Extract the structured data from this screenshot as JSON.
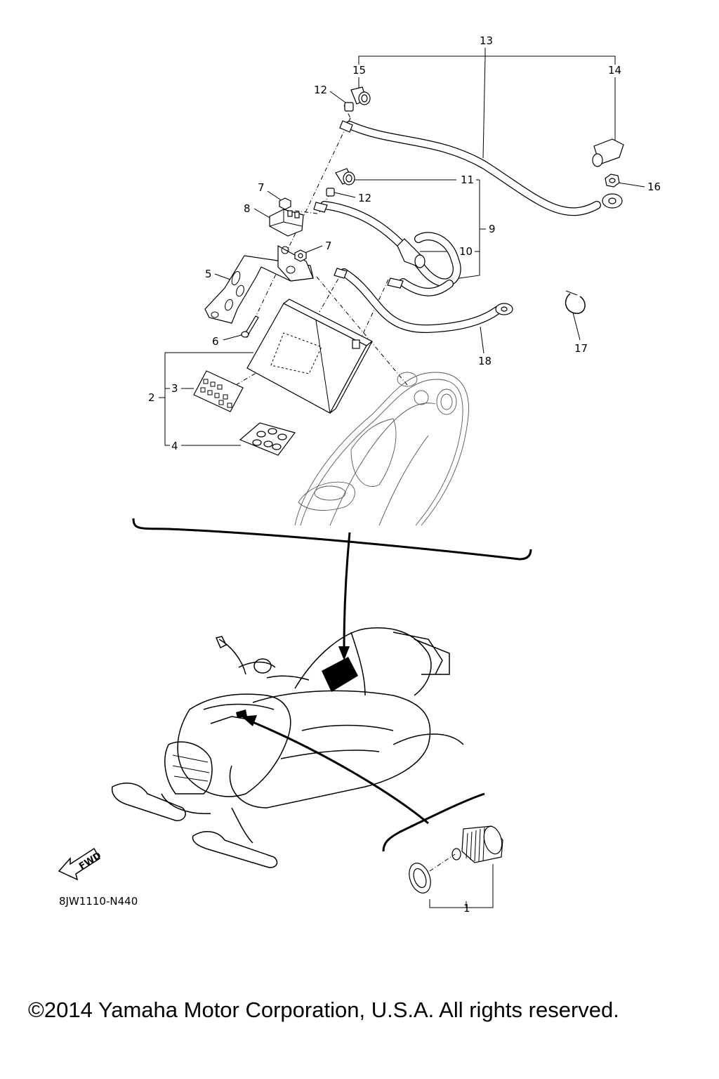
{
  "diagram": {
    "callouts": [
      {
        "id": "c13",
        "text": "13"
      },
      {
        "id": "c15",
        "text": "15"
      },
      {
        "id": "c14",
        "text": "14"
      },
      {
        "id": "c12a",
        "text": "12"
      },
      {
        "id": "c11",
        "text": "11"
      },
      {
        "id": "c16",
        "text": "16"
      },
      {
        "id": "c7a",
        "text": "7"
      },
      {
        "id": "c12b",
        "text": "12"
      },
      {
        "id": "c8",
        "text": "8"
      },
      {
        "id": "c9",
        "text": "9"
      },
      {
        "id": "c7b",
        "text": "7"
      },
      {
        "id": "c10",
        "text": "10"
      },
      {
        "id": "c5",
        "text": "5"
      },
      {
        "id": "c17",
        "text": "17"
      },
      {
        "id": "c6",
        "text": "6"
      },
      {
        "id": "c18",
        "text": "18"
      },
      {
        "id": "c3",
        "text": "3"
      },
      {
        "id": "c2",
        "text": "2"
      },
      {
        "id": "c4",
        "text": "4"
      },
      {
        "id": "c1",
        "text": "1"
      }
    ],
    "fwd_label": "FWD",
    "diagram_code": "8JW1110-N440",
    "copyright": "©2014 Yamaha Motor Corporation, U.S.A. All rights reserved."
  }
}
